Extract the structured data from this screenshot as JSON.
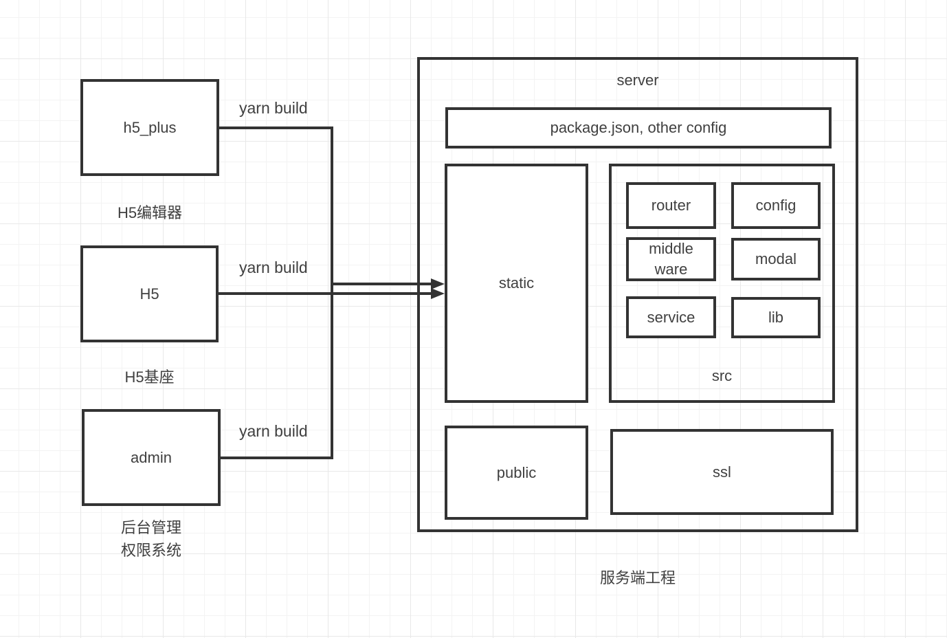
{
  "clients": [
    {
      "name": "h5_plus",
      "caption": "H5编辑器",
      "edge_label": "yarn build"
    },
    {
      "name": "H5",
      "caption": "H5基座",
      "edge_label": "yarn build"
    },
    {
      "name": "admin",
      "caption": "后台管理\n权限系统",
      "edge_label": "yarn build"
    }
  ],
  "server": {
    "title": "server",
    "config_box": "package.json, other config",
    "static_box": "static",
    "src_box": {
      "label": "src",
      "modules": [
        "router",
        "config",
        "middle\nware",
        "modal",
        "service",
        "lib"
      ]
    },
    "public_box": "public",
    "ssl_box": "ssl",
    "caption": "服务端工程"
  },
  "colors": {
    "line": "#333333",
    "text": "#404040",
    "grid_minor": "#f3f3f3",
    "grid_major": "#e8e8e8",
    "background": "#ffffff"
  }
}
